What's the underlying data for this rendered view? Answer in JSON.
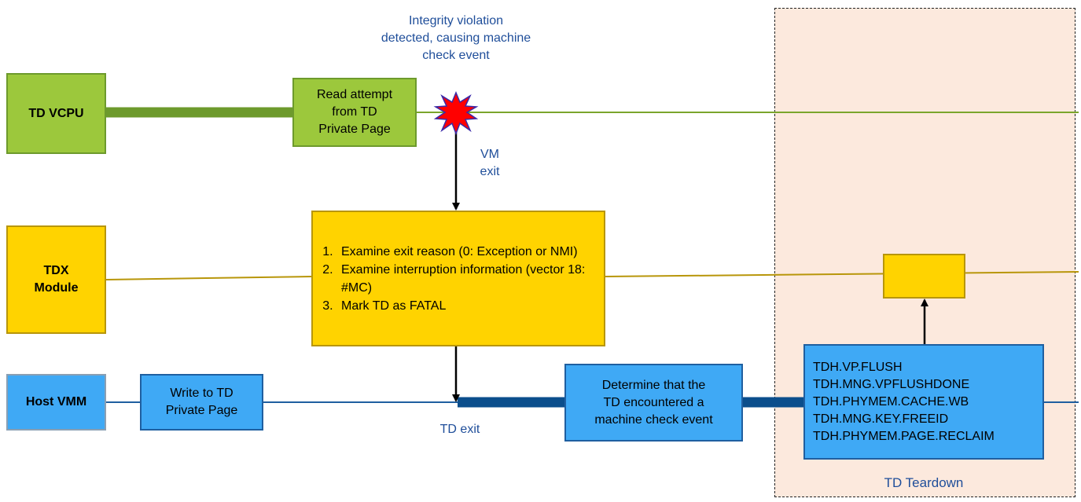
{
  "lanes": {
    "td_vcpu": "TD VCPU",
    "tdx_module": "TDX\nModule",
    "host_vmm": "Host VMM"
  },
  "boxes": {
    "read_attempt": "Read attempt\nfrom TD\nPrivate Page",
    "write_to_td": "Write to TD\nPrivate Page",
    "determine": "Determine that the\nTD encountered a\nmachine check event"
  },
  "tdx_steps": [
    "Examine exit reason (0:  Exception or NMI)",
    "Examine interruption information (vector 18:  #MC)",
    "Mark TD as FATAL"
  ],
  "teardown_commands": [
    "TDH.VP.FLUSH",
    "TDH.MNG.VPFLUSHDONE",
    "TDH.PHYMEM.CACHE.WB",
    "TDH.MNG.KEY.FREEID",
    "TDH.PHYMEM.PAGE.RECLAIM"
  ],
  "labels": {
    "integrity": "Integrity violation\ndetected, causing machine\ncheck event",
    "vm_exit": "VM\nexit",
    "td_exit": "TD exit",
    "td_teardown": "TD Teardown"
  },
  "colors": {
    "green": "#9cc83c",
    "yellow": "#ffd300",
    "blue": "#3fa9f5",
    "text_blue": "#1f4e9a"
  }
}
